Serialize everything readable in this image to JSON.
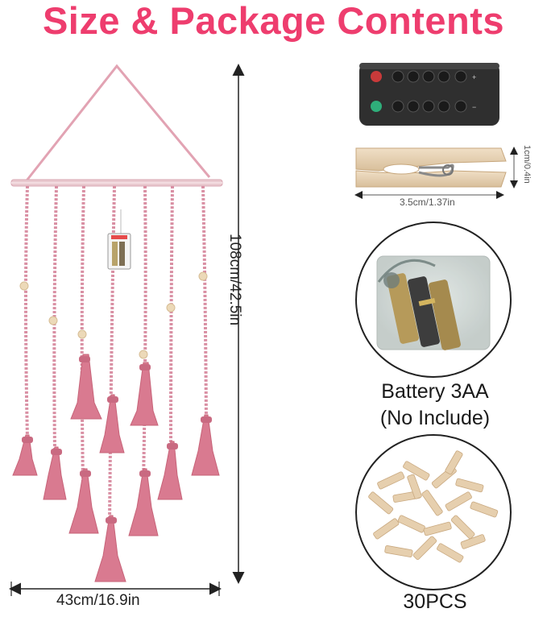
{
  "header": {
    "title": "Size & Package Contents"
  },
  "dimensions": {
    "width_label": "43cm/16.9in",
    "height_label": "108cm/42.5in",
    "clip_width_label": "3.5cm/1.37in",
    "clip_height_label": "1cm/0.4in"
  },
  "items": {
    "battery_label_line1": "Battery 3AA",
    "battery_label_line2": "(No Include)",
    "clips_label": "30PCS"
  },
  "colors": {
    "title": "#ee3d6e",
    "tassel_pink": "#d97a90",
    "clip_wood": "#e3cdb0",
    "remote_body": "#2f2f2f"
  }
}
